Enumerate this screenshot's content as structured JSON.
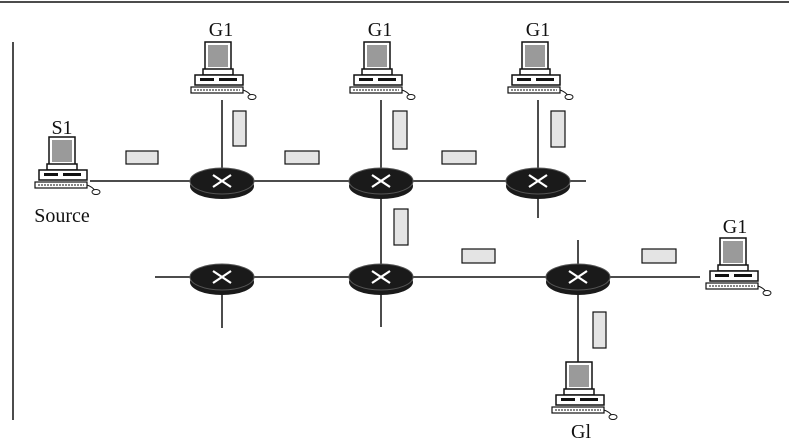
{
  "labels": {
    "source_host_name": "S1",
    "source_caption": "Source",
    "group_top_1": "G1",
    "group_top_2": "G1",
    "group_top_3": "G1",
    "group_right": "G1",
    "group_bottom": "Gl"
  },
  "colors": {
    "line": "#111111",
    "router_fill": "#1a1a1a",
    "packet_fill": "#e4e4e4",
    "monitor_fill": "#9a9a9a"
  },
  "icons": {
    "router": "router-icon",
    "host": "desktop-computer-icon",
    "packet": "packet-icon"
  }
}
